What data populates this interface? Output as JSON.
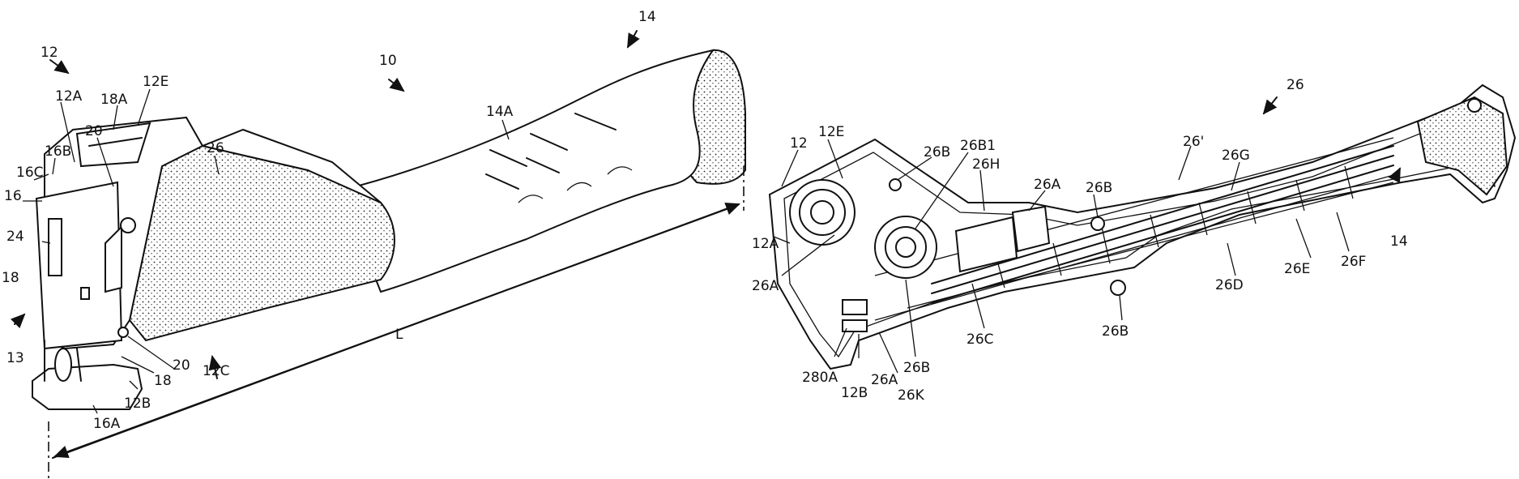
{
  "figure_left": {
    "labels": [
      "10",
      "12",
      "14",
      "14A",
      "12A",
      "12E",
      "18A",
      "20",
      "26",
      "16B",
      "16C",
      "16",
      "24",
      "18",
      "13",
      "20",
      "18",
      "12B",
      "12C",
      "16A",
      "L"
    ]
  },
  "figure_right": {
    "labels": [
      "26",
      "12",
      "12E",
      "26B",
      "26B1",
      "26H",
      "26A",
      "26B",
      "26'",
      "26G",
      "12A",
      "26A",
      "14",
      "26F",
      "26E",
      "26D",
      "26C",
      "26B",
      "280A",
      "26A",
      "26B",
      "12B",
      "26K"
    ]
  }
}
